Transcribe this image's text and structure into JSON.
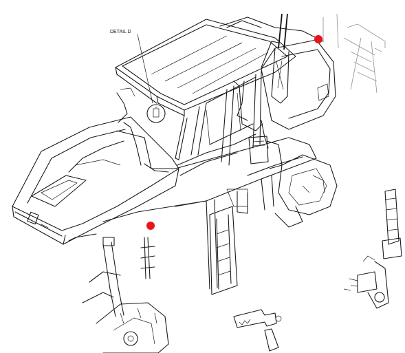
{
  "callout": {
    "label": "DETAIL D"
  },
  "markers": [
    {
      "id": "marker-1",
      "color": "#e8141b"
    },
    {
      "id": "marker-2",
      "color": "#e8141b"
    }
  ],
  "colors": {
    "line": "#1a1a1a",
    "background": "#ffffff"
  }
}
